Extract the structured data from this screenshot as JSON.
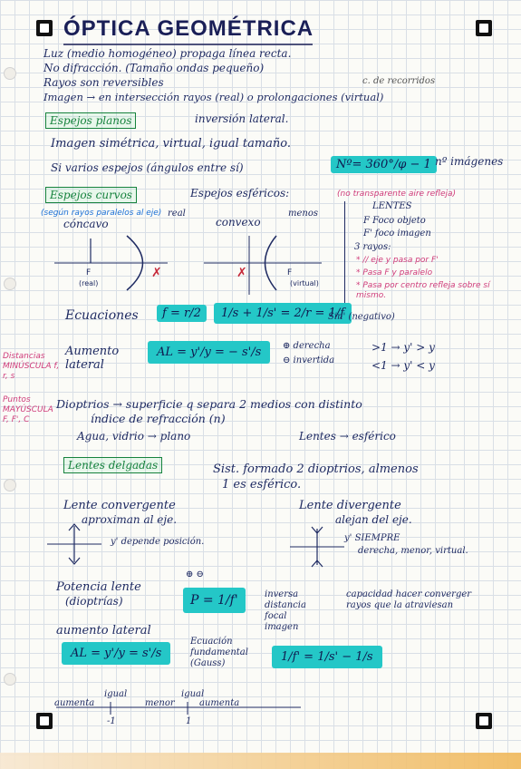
{
  "title": "ÓPTICA GEOMÉTRICA",
  "bullets": [
    "Luz (medio homogéneo) propaga línea recta.",
    "No difracción. (Tamaño ondas pequeño)",
    "Rayos son reversibles",
    "Imagen → en intersección rayos (real) o prolongaciones (virtual)"
  ],
  "note_small": "c. de recorridos",
  "planos": {
    "label": "Espejos planos",
    "text1": "inversión lateral.",
    "text2": "Imagen simétrica, virtual, igual tamaño.",
    "text3": "Si varios espejos (ángulos entre sí)",
    "formula": "Nº= 360°/φ − 1",
    "suffix": "nº imágenes"
  },
  "curvos": {
    "label": "Espejos curvos",
    "spherical": "Espejos esféricos:",
    "spherical_note": "(no transparente aire refleja)",
    "gauss_note": "(según rayos paralelos al eje)",
    "concavo": "cóncavo",
    "real": "real",
    "convexo": "convexo",
    "menos": "menos",
    "ecuaciones": "Ecuaciones",
    "eq1": "f = r/2",
    "eq2": "1/s + 1/s' = 2/r = 1/f",
    "sign_note": "Sin' (negativo)",
    "aumento": "Aumento lateral",
    "aumento_eq": "AL = y'/y = − s'/s",
    "derecha": "⊕ derecha",
    "invertida": "⊖ invertida",
    "rule1": ">1 → y' > y",
    "rule2": "<1 → y' < y"
  },
  "lentes_box": {
    "title": "LENTES",
    "items": [
      "F  Foco objeto",
      "F' foco imagen",
      "3 rayos:",
      "* // eje y pasa por F'",
      "* Pasa F y paralelo",
      "* Pasa por centro refleja sobre sí mismo."
    ]
  },
  "side_notes": {
    "distancias": "Distancias MINÚSCULA f, r, s",
    "puntos": "Puntos MAYÚSCULA F, F', C"
  },
  "dioptrios": {
    "text1": "Dioptrios → superficie q separa 2 medios con distinto",
    "text2": "índice de refracción (n)",
    "text3": "Agua, vidrio → plano",
    "text4": "Lentes → esférico"
  },
  "delgadas": {
    "label": "Lentes delgadas",
    "text1": "Sist. formado 2 dioptrios, almenos",
    "text2": "1 es esférico."
  },
  "convergente": {
    "title": "Lente convergente",
    "subtitle": "aproximan al eje.",
    "note": "y' depende posición."
  },
  "divergente": {
    "title": "Lente divergente",
    "subtitle": "alejan del eje.",
    "note1": "y' SIEMPRE",
    "note2": "derecha, menor, virtual."
  },
  "potencia": {
    "title": "Potencia lente",
    "unit": "(dioptrías)",
    "eq": "P = 1/f'",
    "plus_minus": "⊕   ⊖",
    "inverse": "inversa distancia focal imagen",
    "capacity": "capacidad hacer converger rayos que la atraviesan"
  },
  "aumento_lente": {
    "title": "aumento lateral",
    "eq": "AL = y'/y = s'/s",
    "ecuacion": "Ecuación fundamental (Gauss)",
    "eq2": "1/f' = 1/s' − 1/s"
  },
  "scale": {
    "aumenta_left": "aumenta",
    "igual_left": "igual",
    "menor": "menor",
    "igual_right": "igual",
    "aumenta_right": "aumenta",
    "tick_neg": "-1",
    "tick_pos": "1"
  }
}
